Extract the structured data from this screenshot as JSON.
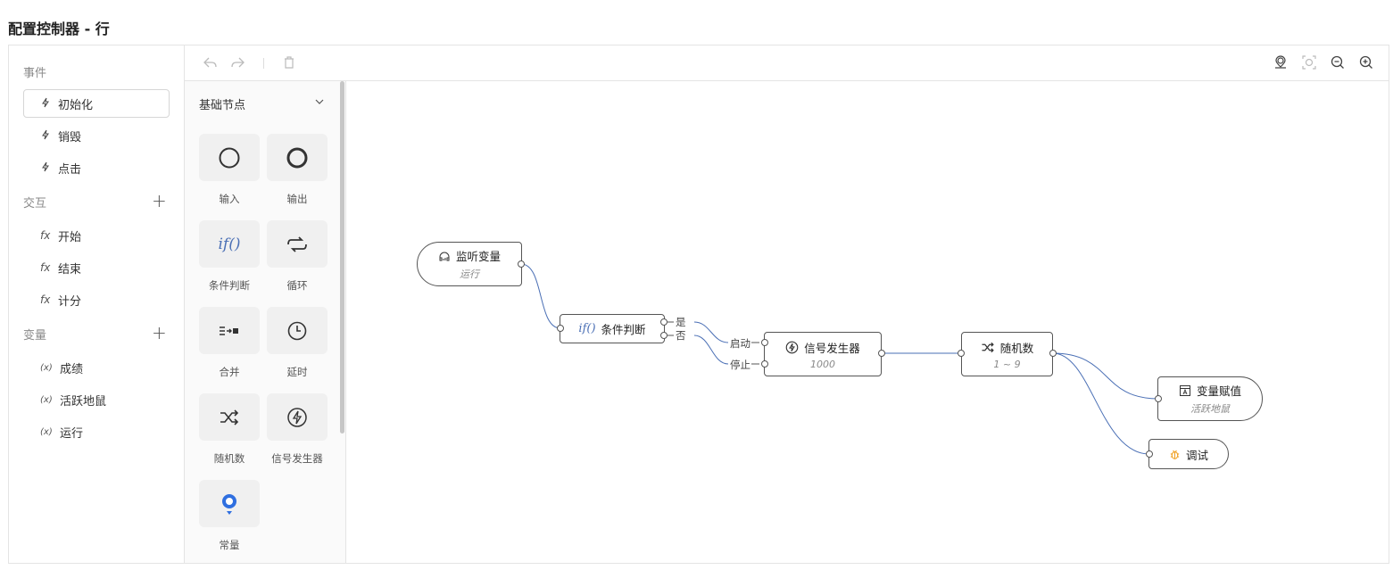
{
  "page_title": "配置控制器 - 行",
  "left": {
    "events_label": "事件",
    "events": [
      "初始化",
      "销毁",
      "点击"
    ],
    "interact_label": "交互",
    "interacts": [
      "开始",
      "结束",
      "计分"
    ],
    "vars_label": "变量",
    "vars": [
      "成绩",
      "活跃地鼠",
      "运行"
    ],
    "func_icon": "fx",
    "var_icon": "(x)"
  },
  "palette": {
    "title": "基础节点",
    "items": [
      "输入",
      "输出",
      "条件判断",
      "循环",
      "合并",
      "延时",
      "随机数",
      "信号发生器",
      "常量"
    ],
    "if_text": "if()"
  },
  "nodes": {
    "listen": {
      "title": "监听变量",
      "sub": "运行"
    },
    "cond": {
      "title": "条件判断",
      "icon_text": "if()",
      "yes": "是",
      "no": "否"
    },
    "signal": {
      "title": "信号发生器",
      "sub": "1000",
      "start": "启动",
      "stop": "停止"
    },
    "random": {
      "title": "随机数",
      "sub": "1 ~ 9"
    },
    "assign": {
      "title": "变量赋值",
      "sub": "活跃地鼠"
    },
    "debug": {
      "title": "调试"
    }
  },
  "colors": {
    "accent": "#2f6fe0",
    "edge": "#4a6fb5",
    "debug": "#f0a020"
  }
}
